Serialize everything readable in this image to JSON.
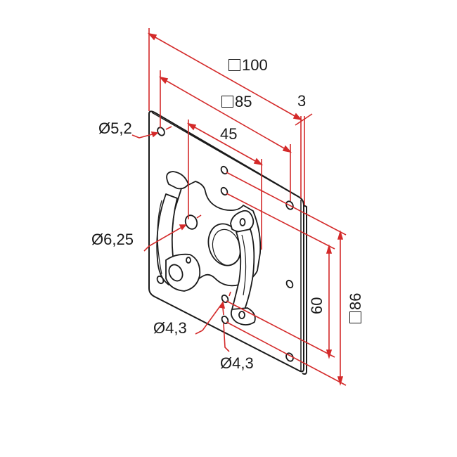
{
  "diagram": {
    "type": "technical-drawing",
    "subject": "square mounting plate with bracket, isometric view",
    "colors": {
      "outline": "#1a1a1a",
      "dimension": "#d42a2a",
      "background": "#ffffff"
    }
  },
  "dimensions": {
    "outer_square": {
      "prefix": "square",
      "value": "100"
    },
    "hole_square": {
      "prefix": "square",
      "value": "85"
    },
    "thickness": {
      "value": "3"
    },
    "hole_spacing_top": {
      "value": "45"
    },
    "hole_spacing_right": {
      "value": "60"
    },
    "side_square": {
      "prefix": "square",
      "value": "86"
    },
    "corner_hole": {
      "value": "Ø5,2"
    },
    "bracket_hole": {
      "value": "Ø6,25"
    },
    "small_hole_upper": {
      "value": "Ø4,3"
    },
    "small_hole_lower": {
      "value": "Ø4,3"
    }
  }
}
